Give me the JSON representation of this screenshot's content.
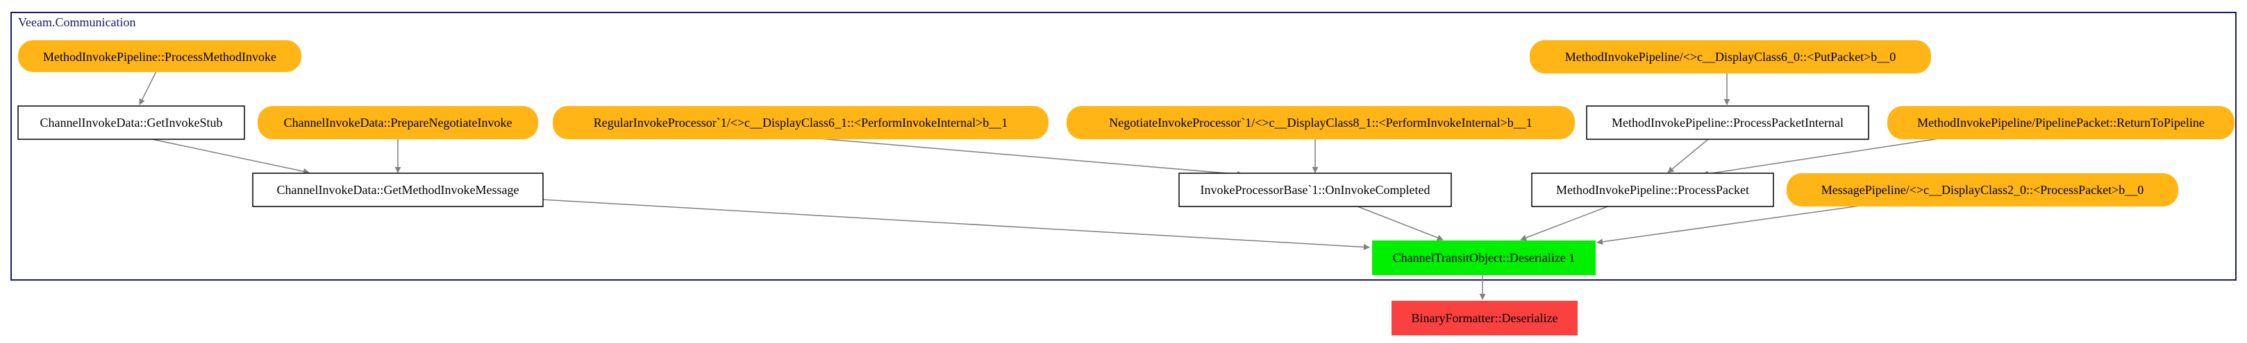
{
  "cluster": {
    "label": "Veeam.Communication",
    "border_color": "#191970"
  },
  "colors": {
    "entry": "#FFB516",
    "target": "#00F000",
    "sink": "#FB4040",
    "edge": "#808080"
  },
  "nodes": {
    "process_method_invoke": "MethodInvokePipeline::ProcessMethodInvoke",
    "get_invoke_stub": "ChannelInvokeData::GetInvokeStub",
    "prepare_negotiate_invoke": "ChannelInvokeData::PrepareNegotiateInvoke",
    "get_method_invoke_message": "ChannelInvokeData::GetMethodInvokeMessage",
    "regular_invoke_processor": "RegularInvokeProcessor`1/<>c__DisplayClass6_1::<PerformInvokeInternal>b__1",
    "negotiate_invoke_processor": "NegotiateInvokeProcessor`1/<>c__DisplayClass8_1::<PerformInvokeInternal>b__1",
    "on_invoke_completed": "InvokeProcessorBase`1::OnInvokeCompleted",
    "put_packet": "MethodInvokePipeline/<>c__DisplayClass6_0::<PutPacket>b__0",
    "process_packet_internal": "MethodInvokePipeline::ProcessPacketInternal",
    "return_to_pipeline": "MethodInvokePipeline/PipelinePacket::ReturnToPipeline",
    "process_packet": "MethodInvokePipeline::ProcessPacket",
    "message_pipeline_process_packet": "MessagePipeline/<>c__DisplayClass2_0::<ProcessPacket>b__0",
    "deserialize_target": "ChannelTransitObject::Deserialize 1",
    "binary_formatter": "BinaryFormatter::Deserialize"
  }
}
